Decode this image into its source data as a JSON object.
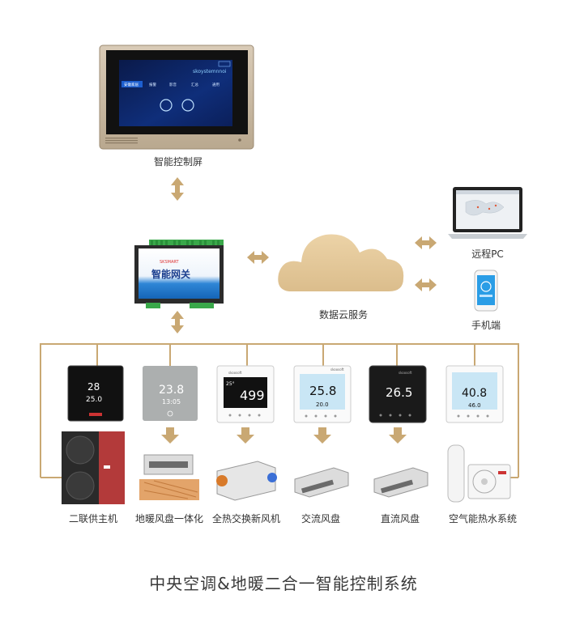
{
  "screen": {
    "label": "智能控制屏",
    "logo": "skoystemnnoi",
    "tabs": [
      "安徽家居",
      "报警",
      "影音",
      "汇总",
      "通用"
    ]
  },
  "gateway": {
    "label": "智能网关",
    "brand": "SKSMART"
  },
  "cloud": {
    "label": "数据云服务"
  },
  "remote_pc": {
    "label": "远程PC"
  },
  "phone": {
    "label": "手机端"
  },
  "thermostats": [
    {
      "reading": "28",
      "sub": "25.0"
    },
    {
      "reading": "23.8",
      "sub": "13:05"
    },
    {
      "reading": "499",
      "sub": "25°"
    },
    {
      "reading": "25.8",
      "sub": "20.0"
    },
    {
      "reading": "26.5",
      "sub": ""
    },
    {
      "reading": "40.8",
      "sub": "46.0"
    }
  ],
  "thermostat_brand": "skoosoft",
  "equipment": [
    {
      "label": "二联供主机"
    },
    {
      "label": "地暖风盘一体化"
    },
    {
      "label": "全热交换新风机"
    },
    {
      "label": "交流风盘"
    },
    {
      "label": "直流风盘"
    },
    {
      "label": "空气能热水系统"
    }
  ],
  "title": "中央空调&地暖二合一智能控制系统",
  "colors": {
    "accent": "#c9a873",
    "cloud": "#e2c79b"
  }
}
